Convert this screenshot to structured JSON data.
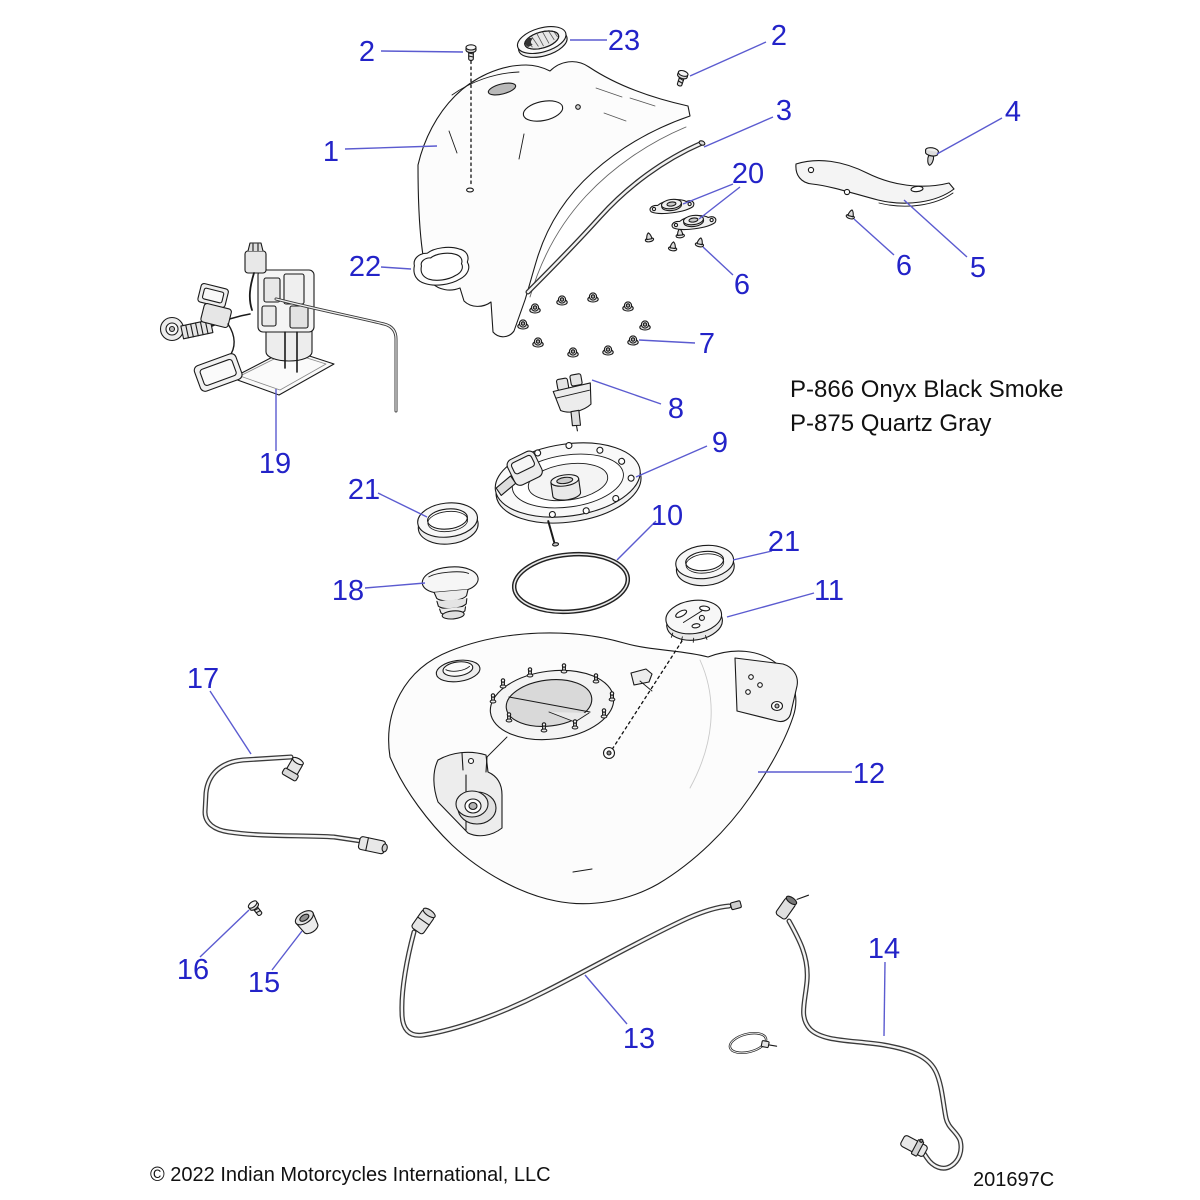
{
  "figure": {
    "color_note_line1": "P-866 Onyx Black Smoke",
    "color_note_line2": "P-875 Quartz Gray",
    "copyright": "© 2022 Indian Motorcycles International, LLC",
    "document_number": "201697C"
  },
  "colors": {
    "callout_text": "#2323c8",
    "leader_line": "#5b5bd0",
    "artwork_line": "#1a1a1a",
    "background": "#ffffff"
  },
  "callouts": {
    "c1": "1",
    "c2a": "2",
    "c2b": "2",
    "c3": "3",
    "c4": "4",
    "c5": "5",
    "c6a": "6",
    "c6b": "6",
    "c7": "7",
    "c8": "8",
    "c9": "9",
    "c10": "10",
    "c11": "11",
    "c12": "12",
    "c13": "13",
    "c14": "14",
    "c15": "15",
    "c16": "16",
    "c17": "17",
    "c18": "18",
    "c19": "19",
    "c20": "20",
    "c21a": "21",
    "c21b": "21",
    "c22": "22",
    "c23": "23"
  }
}
